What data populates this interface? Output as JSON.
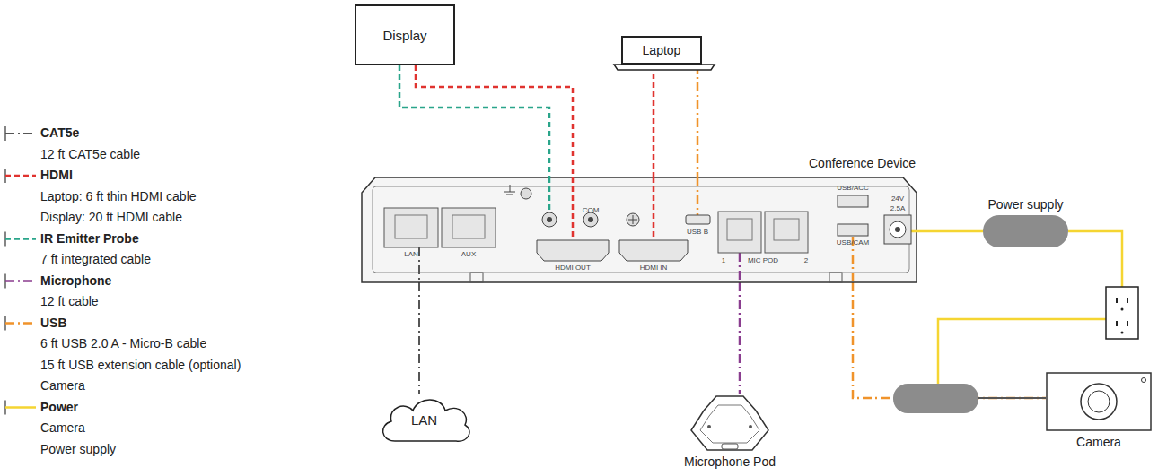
{
  "diagram": {
    "nodes": [
      {
        "text": [
          "Display"
        ]
      },
      {
        "text": [
          "Laptop"
        ]
      },
      {
        "text": [
          "Conference Device"
        ]
      },
      {
        "text": [
          "LAN"
        ]
      },
      {
        "text": [
          "Power supply"
        ]
      },
      {
        "text": [
          "Microphone Pod"
        ]
      },
      {
        "text": [
          "Camera"
        ]
      }
    ],
    "edges": [
      {
        "from": 0,
        "to": 2,
        "arrow": "none"
      },
      {
        "from": 0,
        "to": 2,
        "arrow": "none"
      },
      {
        "from": 1,
        "to": 2,
        "arrow": "none"
      },
      {
        "from": 1,
        "to": 2,
        "arrow": "none"
      },
      {
        "from": 2,
        "to": 3,
        "arrow": "none"
      },
      {
        "from": 2,
        "to": 5,
        "arrow": "none"
      },
      {
        "from": 2,
        "to": 4,
        "arrow": "none"
      },
      {
        "from": 2,
        "to": 6,
        "arrow": "none"
      }
    ],
    "labels": [
      "LAN",
      "AUX",
      "COM",
      "HDMI OUT",
      "HDMI IN",
      "USB B",
      "1",
      "MIC POD",
      "2",
      "USB/ACC",
      "USB/CAM",
      "24V",
      "2.5A"
    ],
    "legend": [
      {
        "text": "CAT5e"
      },
      {
        "text": "12 ft CAT5e cable"
      },
      {
        "text": "HDMI"
      },
      {
        "text": "Laptop: 6 ft thin HDMI cable"
      },
      {
        "text": "Display: 20 ft HDMI cable"
      },
      {
        "text": "IR Emitter Probe"
      },
      {
        "text": "7 ft integrated cable"
      },
      {
        "text": "Microphone"
      },
      {
        "text": "12 ft cable"
      },
      {
        "text": "USB"
      },
      {
        "text": "6 ft USB 2.0 A - Micro-B cable"
      },
      {
        "text": "15 ft USB extension cable (optional)"
      },
      {
        "text": "Camera"
      },
      {
        "text": "Power"
      },
      {
        "text": "Camera"
      },
      {
        "text": "Power supply"
      }
    ]
  }
}
